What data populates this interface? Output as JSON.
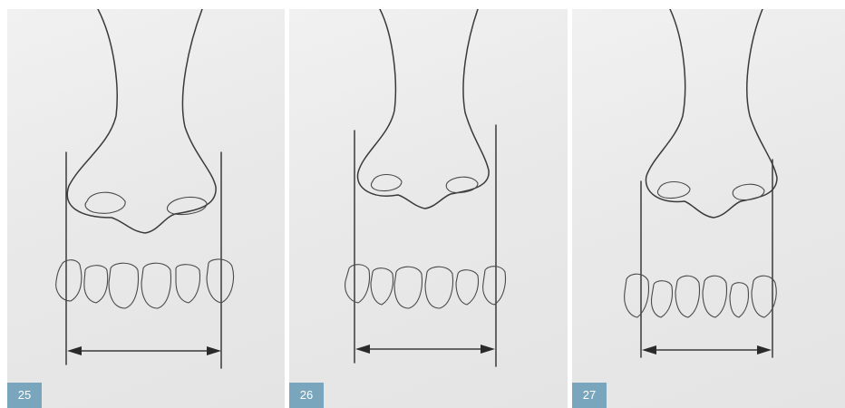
{
  "figures": [
    {
      "number": "25"
    },
    {
      "number": "26"
    },
    {
      "number": "27"
    }
  ],
  "colors": {
    "badge": "#79a6bd",
    "paper": "#eaeaea",
    "ink": "#3a3a3a"
  }
}
